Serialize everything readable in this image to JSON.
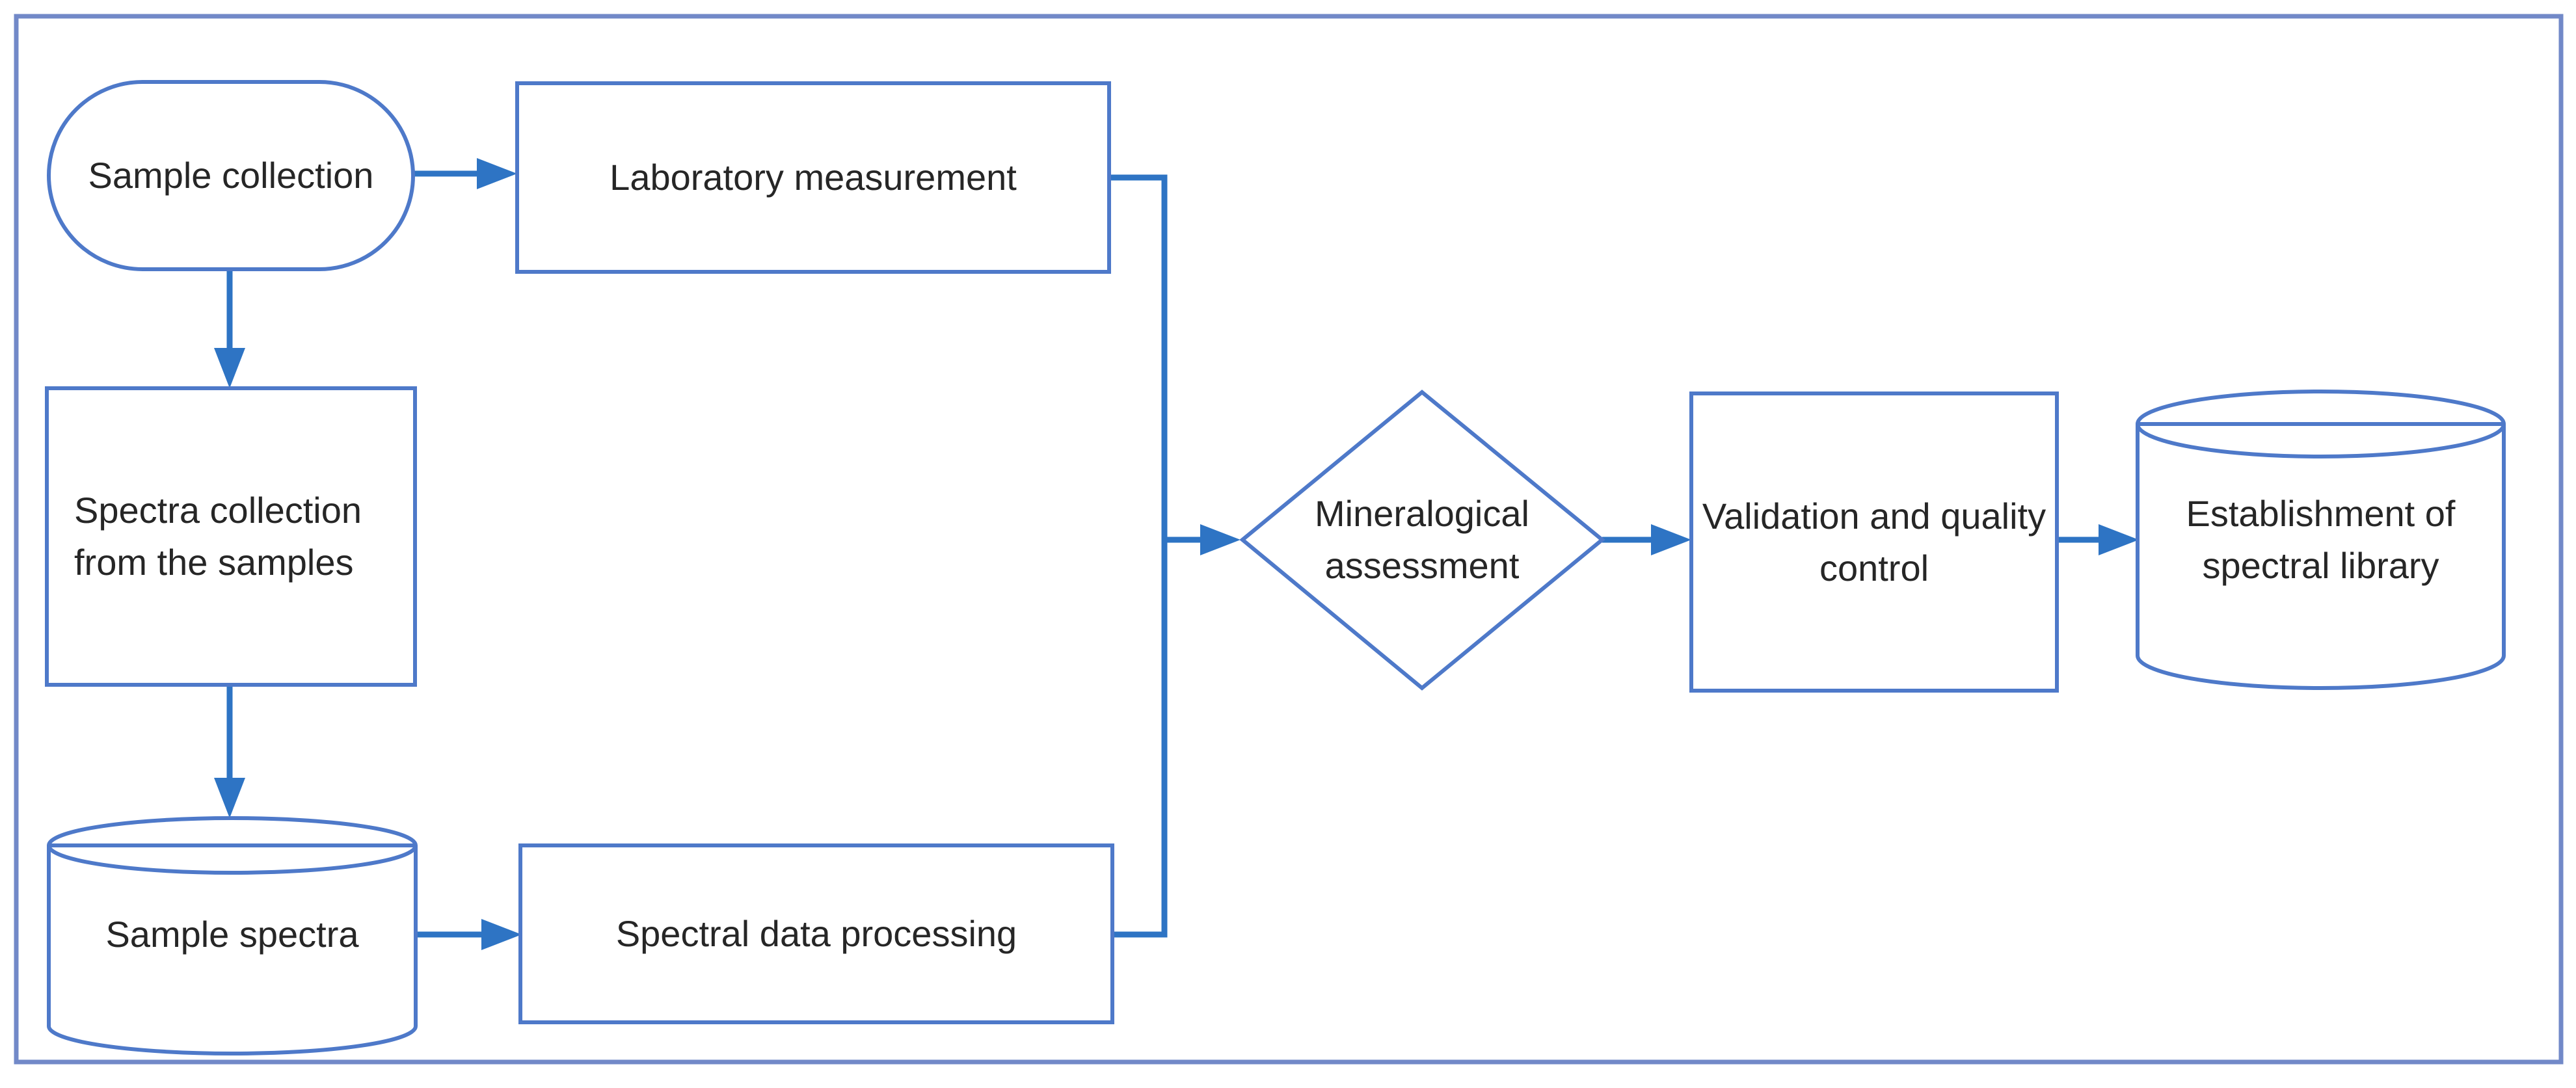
{
  "diagram": {
    "type": "flowchart",
    "background": "#ffffff",
    "colors": {
      "frame_border": "#7289C8",
      "shape_outline": "#4E79C9",
      "connector": "#2E74C4",
      "text": "#262626"
    },
    "nodes": {
      "sample_collection": {
        "label": "Sample collection",
        "shape": "terminator"
      },
      "laboratory_measurement": {
        "label": "Laboratory measurement",
        "shape": "process"
      },
      "spectra_collection": {
        "label": "Spectra collection from the samples",
        "shape": "process"
      },
      "sample_spectra": {
        "label": "Sample spectra",
        "shape": "database-cylinder"
      },
      "spectral_data_processing": {
        "label": "Spectral data processing",
        "shape": "process"
      },
      "mineralogical_assessment": {
        "label": "Mineralogical assessment",
        "shape": "decision-diamond"
      },
      "validation_quality_control": {
        "label": "Validation and quality control",
        "shape": "process"
      },
      "establishment_spectral_library": {
        "label": "Establishment of spectral library",
        "shape": "database-cylinder"
      }
    },
    "edges": [
      {
        "from": "sample_collection",
        "to": "laboratory_measurement",
        "style": "arrow-right"
      },
      {
        "from": "sample_collection",
        "to": "spectra_collection",
        "style": "arrow-down"
      },
      {
        "from": "spectra_collection",
        "to": "sample_spectra",
        "style": "arrow-down"
      },
      {
        "from": "sample_spectra",
        "to": "spectral_data_processing",
        "style": "arrow-right"
      },
      {
        "from": "laboratory_measurement",
        "to": "mineralogical_assessment",
        "style": "elbow-merge-arrow"
      },
      {
        "from": "spectral_data_processing",
        "to": "mineralogical_assessment",
        "style": "elbow-merge-arrow"
      },
      {
        "from": "mineralogical_assessment",
        "to": "validation_quality_control",
        "style": "arrow-right"
      },
      {
        "from": "validation_quality_control",
        "to": "establishment_spectral_library",
        "style": "arrow-right"
      }
    ]
  }
}
